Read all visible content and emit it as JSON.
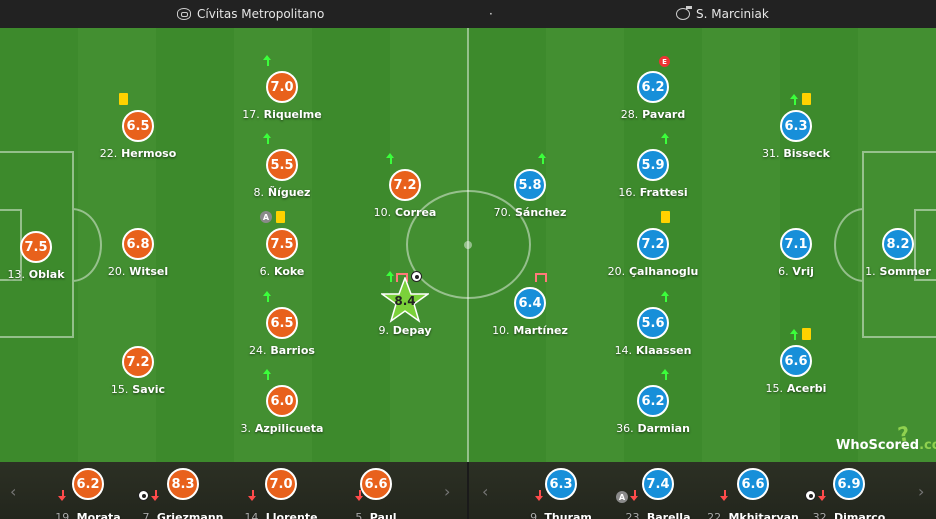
{
  "header": {
    "stadium": "Cívitas Metropolitano",
    "separator": "·",
    "referee": "S. Marciniak"
  },
  "home_players": [
    {
      "id": "oblak",
      "num": "13.",
      "name": "Oblak",
      "rating": "7.5"
    },
    {
      "id": "hermoso",
      "num": "22.",
      "name": "Hermoso",
      "rating": "6.5"
    },
    {
      "id": "witsel",
      "num": "20.",
      "name": "Witsel",
      "rating": "6.8"
    },
    {
      "id": "savic",
      "num": "15.",
      "name": "Savic",
      "rating": "7.2"
    },
    {
      "id": "riquelme",
      "num": "17.",
      "name": "Riquelme",
      "rating": "7.0"
    },
    {
      "id": "niguez",
      "num": "8.",
      "name": "Ñíguez",
      "rating": "5.5"
    },
    {
      "id": "koke",
      "num": "6.",
      "name": "Koke",
      "rating": "7.5"
    },
    {
      "id": "barrios",
      "num": "24.",
      "name": "Barrios",
      "rating": "6.5"
    },
    {
      "id": "azpilicueta",
      "num": "3.",
      "name": "Azpilicueta",
      "rating": "6.0"
    },
    {
      "id": "correa",
      "num": "10.",
      "name": "Correa",
      "rating": "7.2"
    },
    {
      "id": "depay",
      "num": "9.",
      "name": "Depay",
      "rating": "8.4"
    }
  ],
  "away_players": [
    {
      "id": "sanchez",
      "num": "70.",
      "name": "Sánchez",
      "rating": "5.8"
    },
    {
      "id": "martinez",
      "num": "10.",
      "name": "Martínez",
      "rating": "6.4"
    },
    {
      "id": "pavard",
      "num": "28.",
      "name": "Pavard",
      "rating": "6.2"
    },
    {
      "id": "frattesi",
      "num": "16.",
      "name": "Frattesi",
      "rating": "5.9"
    },
    {
      "id": "calhanoglu",
      "num": "20.",
      "name": "Çalhanoglu",
      "rating": "7.2"
    },
    {
      "id": "klaassen",
      "num": "14.",
      "name": "Klaassen",
      "rating": "5.6"
    },
    {
      "id": "darmian",
      "num": "36.",
      "name": "Darmian",
      "rating": "6.2"
    },
    {
      "id": "bisseck",
      "num": "31.",
      "name": "Bisseck",
      "rating": "6.3"
    },
    {
      "id": "vrij",
      "num": "6.",
      "name": "Vrij",
      "rating": "7.1"
    },
    {
      "id": "acerbi",
      "num": "15.",
      "name": "Acerbi",
      "rating": "6.6"
    },
    {
      "id": "sommer",
      "num": "1.",
      "name": "Sommer",
      "rating": "8.2"
    }
  ],
  "home_subs": [
    {
      "id": "morata",
      "num": "19.",
      "name": "Morata",
      "rating": "6.2"
    },
    {
      "id": "griezmann",
      "num": "7.",
      "name": "Griezmann",
      "rating": "8.3"
    },
    {
      "id": "llorente",
      "num": "14.",
      "name": "Llorente",
      "rating": "7.0"
    },
    {
      "id": "paul",
      "num": "5.",
      "name": "Paul",
      "rating": "6.6"
    }
  ],
  "away_subs": [
    {
      "id": "thuram",
      "num": "9.",
      "name": "Thuram",
      "rating": "6.3"
    },
    {
      "id": "barella",
      "num": "23.",
      "name": "Barella",
      "rating": "7.4"
    },
    {
      "id": "mkhitaryan",
      "num": "22.",
      "name": "Mkhitaryan",
      "rating": "6.6"
    },
    {
      "id": "dimarco",
      "num": "32.",
      "name": "Dimarco",
      "rating": "6.9"
    }
  ],
  "event_labels": {
    "assist": "A",
    "error": "E"
  },
  "logo": {
    "text": "WhoScored",
    "suffix": ".com",
    "mark": "?"
  },
  "nav": {
    "prev": "‹",
    "next": "›"
  },
  "colors": {
    "home": "#e8611c",
    "away": "#178fd9",
    "pitch": "#3d8a2c",
    "motm_star": "#7bd13a"
  }
}
